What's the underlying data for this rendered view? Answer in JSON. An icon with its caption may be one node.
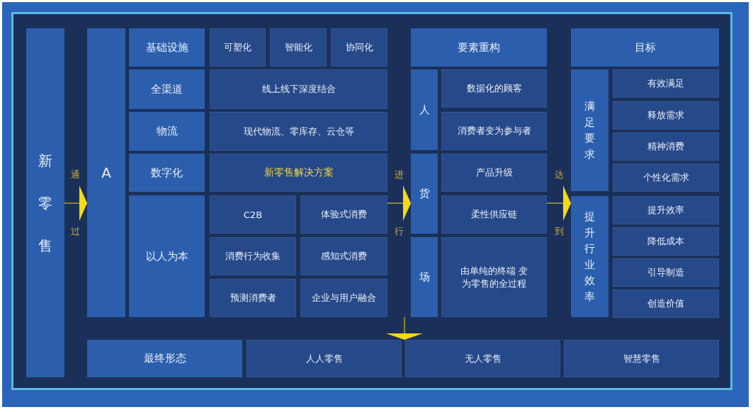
{
  "diagram": {
    "nodes": [
      {
        "text": [
          "新零售"
        ]
      },
      {
        "text": [
          "A"
        ]
      },
      {
        "text": [
          "基础设施"
        ]
      },
      {
        "text": [
          "可塑化"
        ]
      },
      {
        "text": [
          "智能化"
        ]
      },
      {
        "text": [
          "协同化"
        ]
      },
      {
        "text": [
          "全渠道"
        ]
      },
      {
        "text": [
          "线上线下深度结合"
        ]
      },
      {
        "text": [
          "物流"
        ]
      },
      {
        "text": [
          "现代物流、零库存、云仓等"
        ]
      },
      {
        "text": [
          "数字化"
        ]
      },
      {
        "text": [
          "新零售解决方案"
        ]
      },
      {
        "text": [
          "以人为本"
        ]
      },
      {
        "text": [
          "C2B"
        ]
      },
      {
        "text": [
          "体验式消费"
        ]
      },
      {
        "text": [
          "消费行为收集"
        ]
      },
      {
        "text": [
          "感知式消费"
        ]
      },
      {
        "text": [
          "预测消费者"
        ]
      },
      {
        "text": [
          "企业与用户融合"
        ]
      },
      {
        "text": [
          "要素重构"
        ]
      },
      {
        "text": [
          "人"
        ]
      },
      {
        "text": [
          "数据化的顾客"
        ]
      },
      {
        "text": [
          "消费者变为参与者"
        ]
      },
      {
        "text": [
          "货"
        ]
      },
      {
        "text": [
          "产品升级"
        ]
      },
      {
        "text": [
          "柔性供应链"
        ]
      },
      {
        "text": [
          "场"
        ]
      },
      {
        "text": [
          "由单纯的终端 变为零售的全过程"
        ]
      },
      {
        "text": [
          "目标"
        ]
      },
      {
        "text": [
          "满足要求"
        ]
      },
      {
        "text": [
          "有效满足"
        ]
      },
      {
        "text": [
          "释放需求"
        ]
      },
      {
        "text": [
          "精神消费"
        ]
      },
      {
        "text": [
          "个性化需求"
        ]
      },
      {
        "text": [
          "提升行业效率"
        ]
      },
      {
        "text": [
          "提升效率"
        ]
      },
      {
        "text": [
          "降低成本"
        ]
      },
      {
        "text": [
          "引导制造"
        ]
      },
      {
        "text": [
          "创造价值"
        ]
      },
      {
        "text": [
          "最终形态"
        ]
      },
      {
        "text": [
          "人人零售"
        ]
      },
      {
        "text": [
          "无人零售"
        ]
      },
      {
        "text": [
          "智慧零售"
        ]
      }
    ],
    "edges": [
      {
        "from": 0,
        "to": 1,
        "arrow": "to"
      },
      {
        "from": 14,
        "to": 23,
        "arrow": "to"
      },
      {
        "from": 25,
        "to": 34,
        "arrow": "to"
      },
      {
        "from": 26,
        "to": 41,
        "arrow": "to"
      }
    ],
    "labels": [
      "通",
      "过",
      "进",
      "行",
      "达",
      "到"
    ]
  }
}
